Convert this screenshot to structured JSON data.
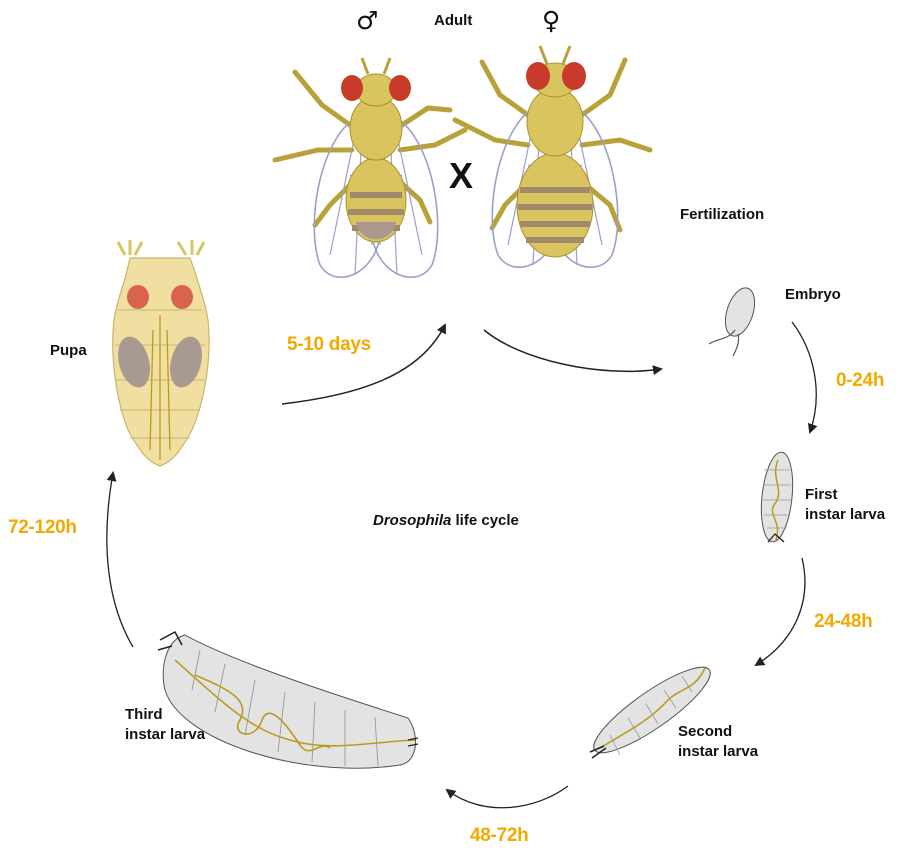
{
  "title": {
    "italic": "Drosophila",
    "rest": " life cycle"
  },
  "stages": {
    "adult": "Adult",
    "male_symbol": "♂",
    "female_symbol": "♀",
    "cross": "X",
    "fertilization": "Fertilization",
    "embryo": "Embryo",
    "first_instar": [
      "First",
      "instar larva"
    ],
    "second_instar": [
      "Second",
      "instar larva"
    ],
    "third_instar": [
      "Third",
      "instar larva"
    ],
    "pupa": "Pupa"
  },
  "durations": {
    "embryo_to_first": "0-24h",
    "first_to_second": "24-48h",
    "second_to_third": "48-72h",
    "third_to_pupa": "72-120h",
    "pupa_to_adult": "5-10 days"
  },
  "colors": {
    "duration_text": "#F2A900",
    "body_yellow": "#D9C460",
    "body_light": "#F0DFA0",
    "eye_red": "#C83A2A",
    "larva_gray": "#E3E3E3",
    "gut_line": "#B99B20",
    "wing_stroke": "#9AA0C8",
    "arrow": "#222222"
  }
}
